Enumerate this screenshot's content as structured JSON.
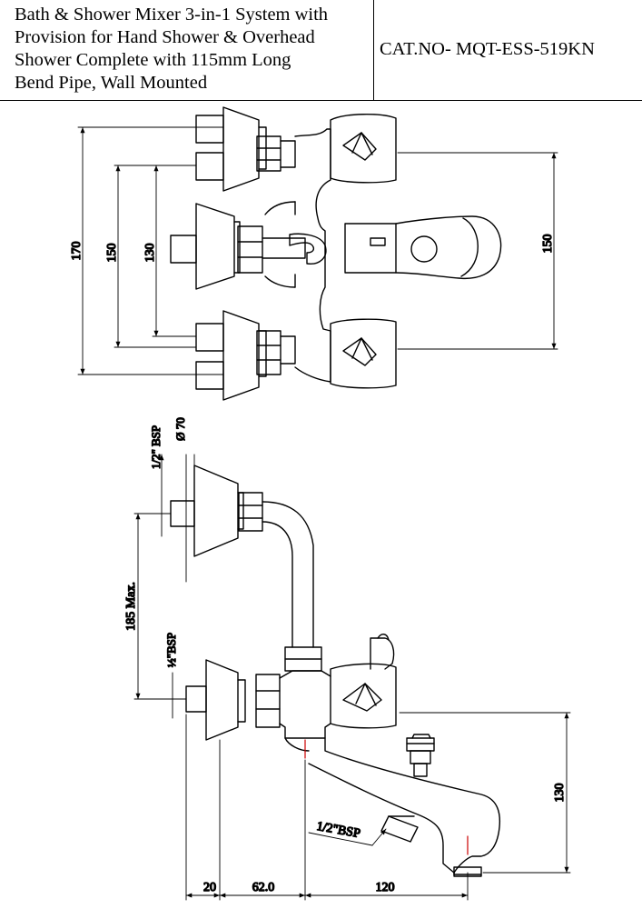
{
  "title_block": {
    "description_lines": [
      "Bath & Shower Mixer 3-in-1 System with",
      "Provision for Hand Shower & Overhead",
      "Shower Complete with 115mm Long",
      "Bend Pipe, Wall Mounted"
    ],
    "catalog_number": "CAT.NO- MQT-ESS-519KN"
  },
  "front_view": {
    "dim_outer_height": "170",
    "dim_mid_height": "150",
    "dim_inner_height": "130",
    "dim_right_height": "150"
  },
  "side_view": {
    "thread_top": "1/2\" BSP",
    "flange_diameter": "Ø 70",
    "dim_vertical_max": "185 Max.",
    "thread_bottom": "½\"BSP",
    "thread_spout": "1/2\"BSP",
    "dim_spout_height": "130",
    "dim_wall_offset": "20",
    "dim_body_offset": "62.0",
    "dim_spout_length": "120"
  },
  "colors": {
    "line": "#000000",
    "centerline_accent": "#cc0000"
  }
}
